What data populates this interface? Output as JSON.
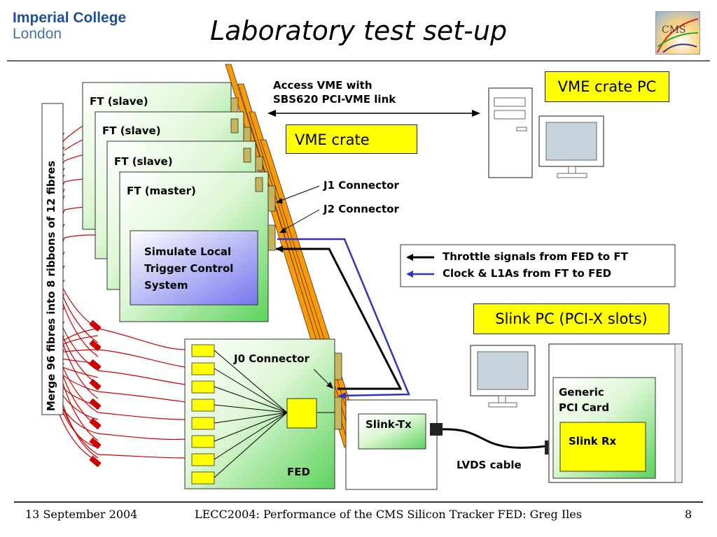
{
  "header": {
    "logo_line1": "Imperial College",
    "logo_line2": "London",
    "title": "Laboratory test set-up",
    "cms_logo_text": "CMS"
  },
  "diagram": {
    "merge_label": "Merge 96 fibres into 8 ribbons of 12 fibres",
    "ft_slave_labels": [
      "FT (slave)",
      "FT (slave)",
      "FT (slave)"
    ],
    "ft_master_label": "FT (master)",
    "simulate_label": [
      "Simulate Local",
      "Trigger Control",
      "System"
    ],
    "access_vme": [
      "Access VME with",
      "SBS620 PCI-VME link"
    ],
    "vme_crate_pc": "VME crate PC",
    "vme_crate": "VME crate",
    "j1": "J1 Connector",
    "j2": "J2 Connector",
    "j0": "J0 Connector",
    "legend": [
      {
        "label": "Throttle signals from FED to FT",
        "color": "#000000"
      },
      {
        "label": "Clock & L1As from FT to FED",
        "color": "#3333bb"
      }
    ],
    "slink_pc": "Slink PC (PCI-X slots)",
    "generic_pci": [
      "Generic",
      "PCI Card"
    ],
    "slink_rx": "Slink Rx",
    "slink_tx": "Slink-Tx",
    "fed": "FED",
    "lvds": "LVDS cable",
    "colors": {
      "fibre": "#cc0000",
      "crate": "#ff9900",
      "green": "#5bd35b",
      "yellow": "#ffff00",
      "blue_box": "#7777ee"
    }
  },
  "footer": {
    "date": "13 September 2004",
    "center": "LECC2004: Performance of the CMS Silicon Tracker FED: Greg Iles",
    "page": "8"
  }
}
